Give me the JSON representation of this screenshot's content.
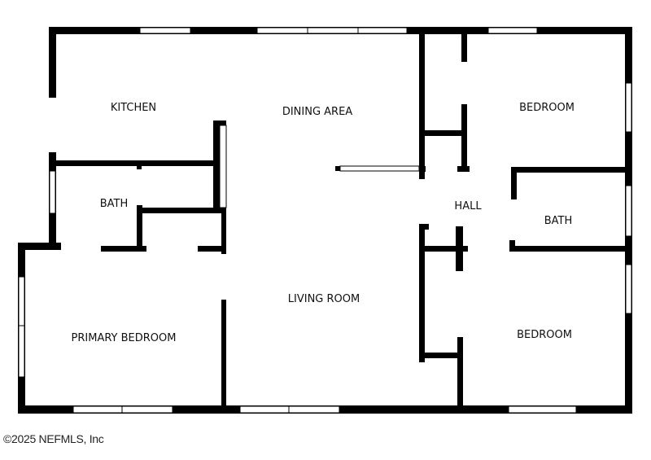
{
  "floorplan": {
    "rooms": [
      {
        "id": "kitchen",
        "label": "KITCHEN"
      },
      {
        "id": "dining",
        "label": "DINING AREA"
      },
      {
        "id": "bedroom-top",
        "label": "BEDROOM"
      },
      {
        "id": "bath-left",
        "label": "BATH"
      },
      {
        "id": "hall",
        "label": "HALL"
      },
      {
        "id": "bath-right",
        "label": "BATH"
      },
      {
        "id": "living",
        "label": "LIVING ROOM"
      },
      {
        "id": "primary-bedroom",
        "label": "PRIMARY BEDROOM"
      },
      {
        "id": "bedroom-bottom",
        "label": "BEDROOM"
      }
    ],
    "wall_color": "#000000"
  },
  "footer": {
    "copyright": "©2025 NEFMLS, Inc"
  }
}
